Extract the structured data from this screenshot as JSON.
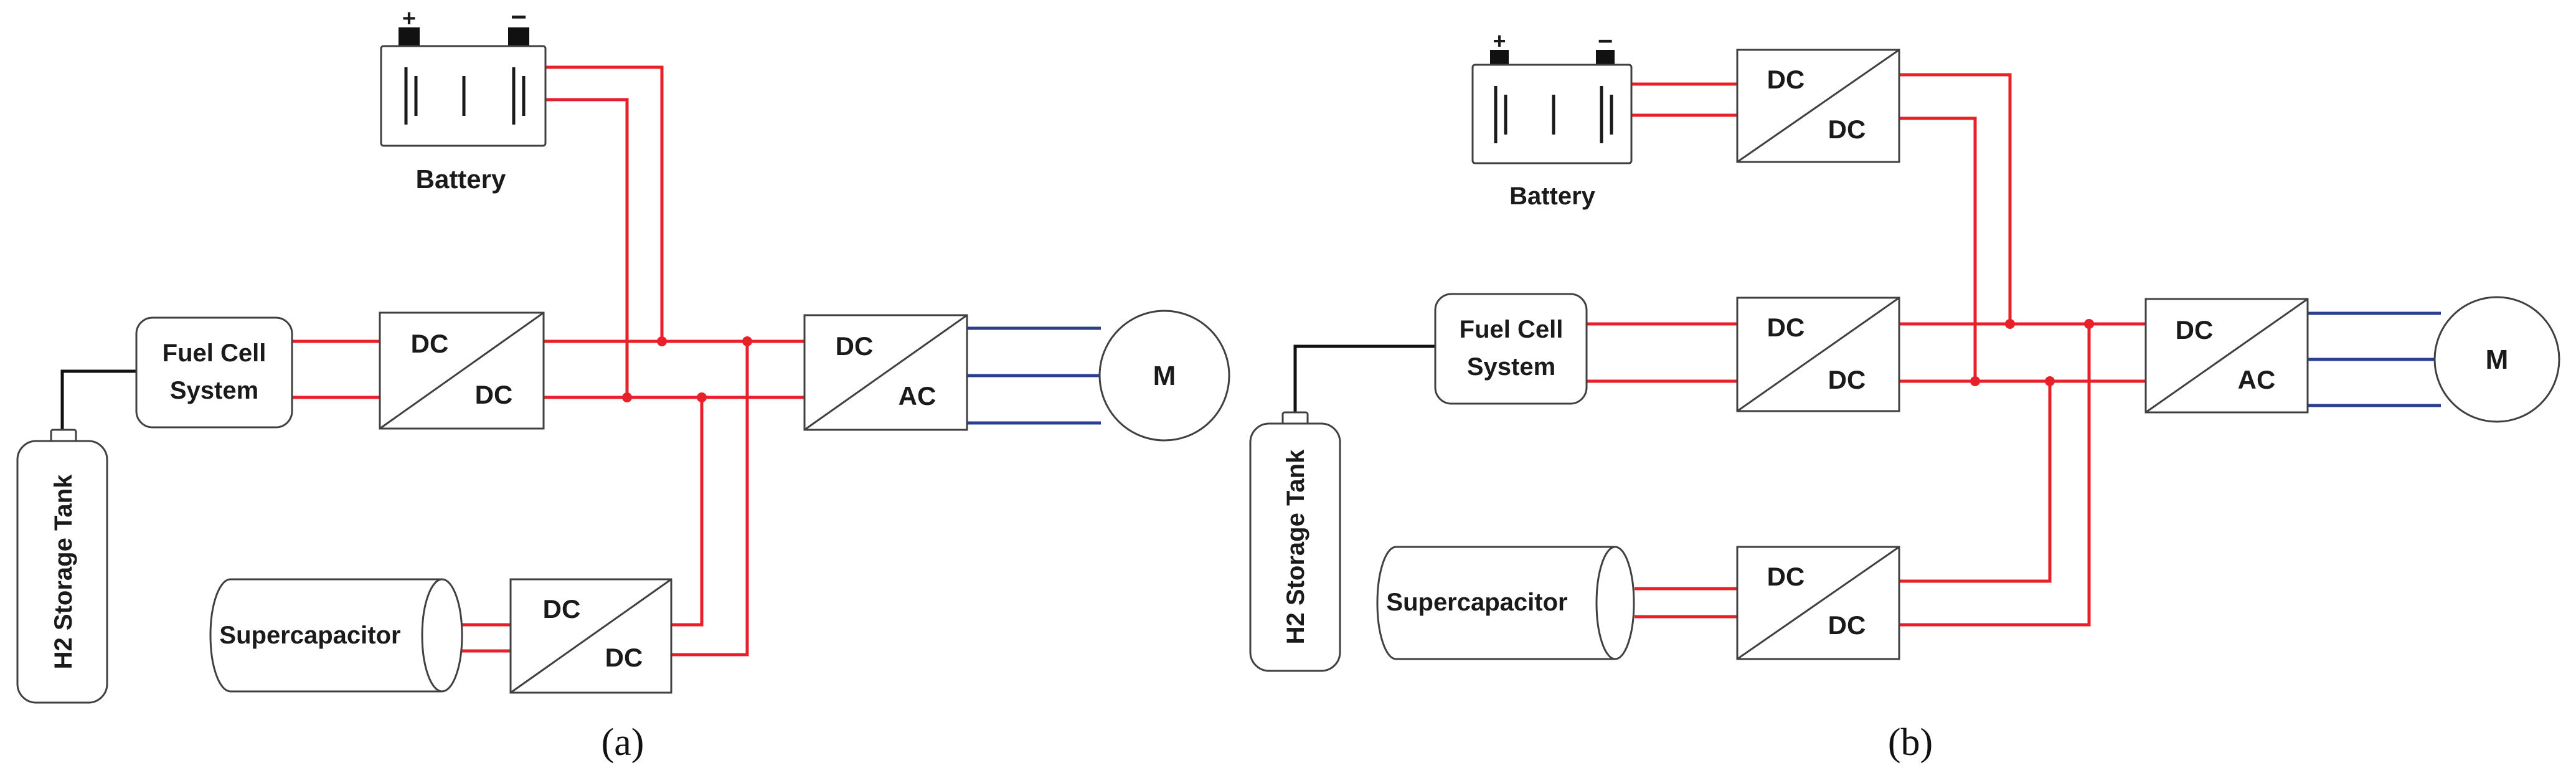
{
  "diagram_a": {
    "battery": "Battery",
    "battery_plus": "+",
    "battery_minus": "−",
    "fuel_cell_line1": "Fuel Cell",
    "fuel_cell_line2": "System",
    "h2_tank": "H2 Storage Tank",
    "supercapacitor": "Supercapacitor",
    "fc_conv_in": "DC",
    "fc_conv_out": "DC",
    "sc_conv_in": "DC",
    "sc_conv_out": "DC",
    "inverter_in": "DC",
    "inverter_out": "AC",
    "motor": "M",
    "caption": "(a)"
  },
  "diagram_b": {
    "battery": "Battery",
    "battery_plus": "+",
    "battery_minus": "−",
    "bat_conv_in": "DC",
    "bat_conv_out": "DC",
    "fuel_cell_line1": "Fuel Cell",
    "fuel_cell_line2": "System",
    "h2_tank": "H2 Storage Tank",
    "supercapacitor": "Supercapacitor",
    "fc_conv_in": "DC",
    "fc_conv_out": "DC",
    "sc_conv_in": "DC",
    "sc_conv_out": "DC",
    "inverter_in": "DC",
    "inverter_out": "AC",
    "motor": "M",
    "caption": "(b)"
  },
  "colors": {
    "dc_wire": "#e8202a",
    "ac_wire": "#2a3f8f",
    "hydrogen_line": "#111111"
  }
}
